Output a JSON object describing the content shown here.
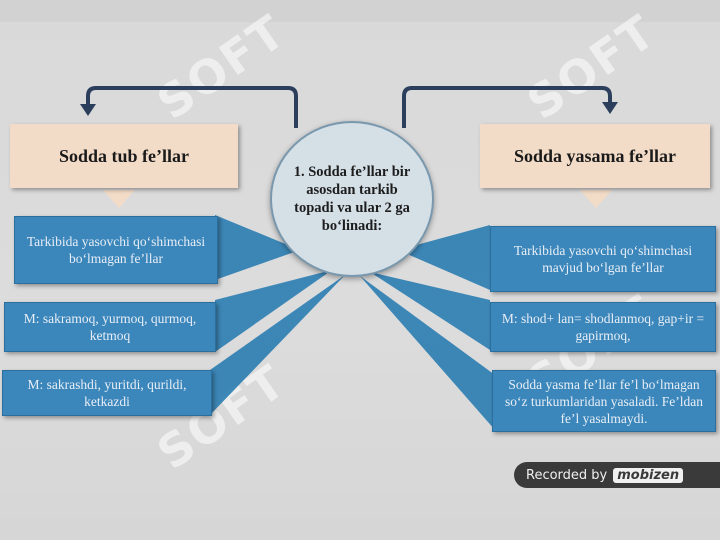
{
  "center_text": "1. Sodda fe’llar bir asosdan tarkib topadi va ular 2 ga bo‘linadi:",
  "left": {
    "title": "Sodda tub fe’llar",
    "boxes": [
      "Tarkibida yasovchi qo‘shimchasi bo‘lmagan fe’llar",
      "M: sakramoq, yurmoq, qurmoq, ketmoq",
      "M: sakrashdi, yuritdi, qurildi, ketkazdi"
    ]
  },
  "right": {
    "title": "Sodda yasama fe’llar",
    "boxes": [
      "Tarkibida yasovchi qo‘shimchasi mavjud bo‘lgan fe’llar",
      "M: shod+ lan= shodlanmoq, gap+ir = gapirmoq,",
      "Sodda yasma fe’llar fe’l bo‘lmagan so‘z turkumlaridan yasaladi. Fe’ldan fe’l yasalmaydi."
    ]
  },
  "watermark": "SOFT",
  "recorder": {
    "label": "Recorded by",
    "brand": "mobizen"
  },
  "colors": {
    "box_blue": "#3b87bb",
    "header_fill": "#f2dcc8",
    "circle_fill": "#d4dfe6",
    "arrow": "#2b3f5c"
  }
}
